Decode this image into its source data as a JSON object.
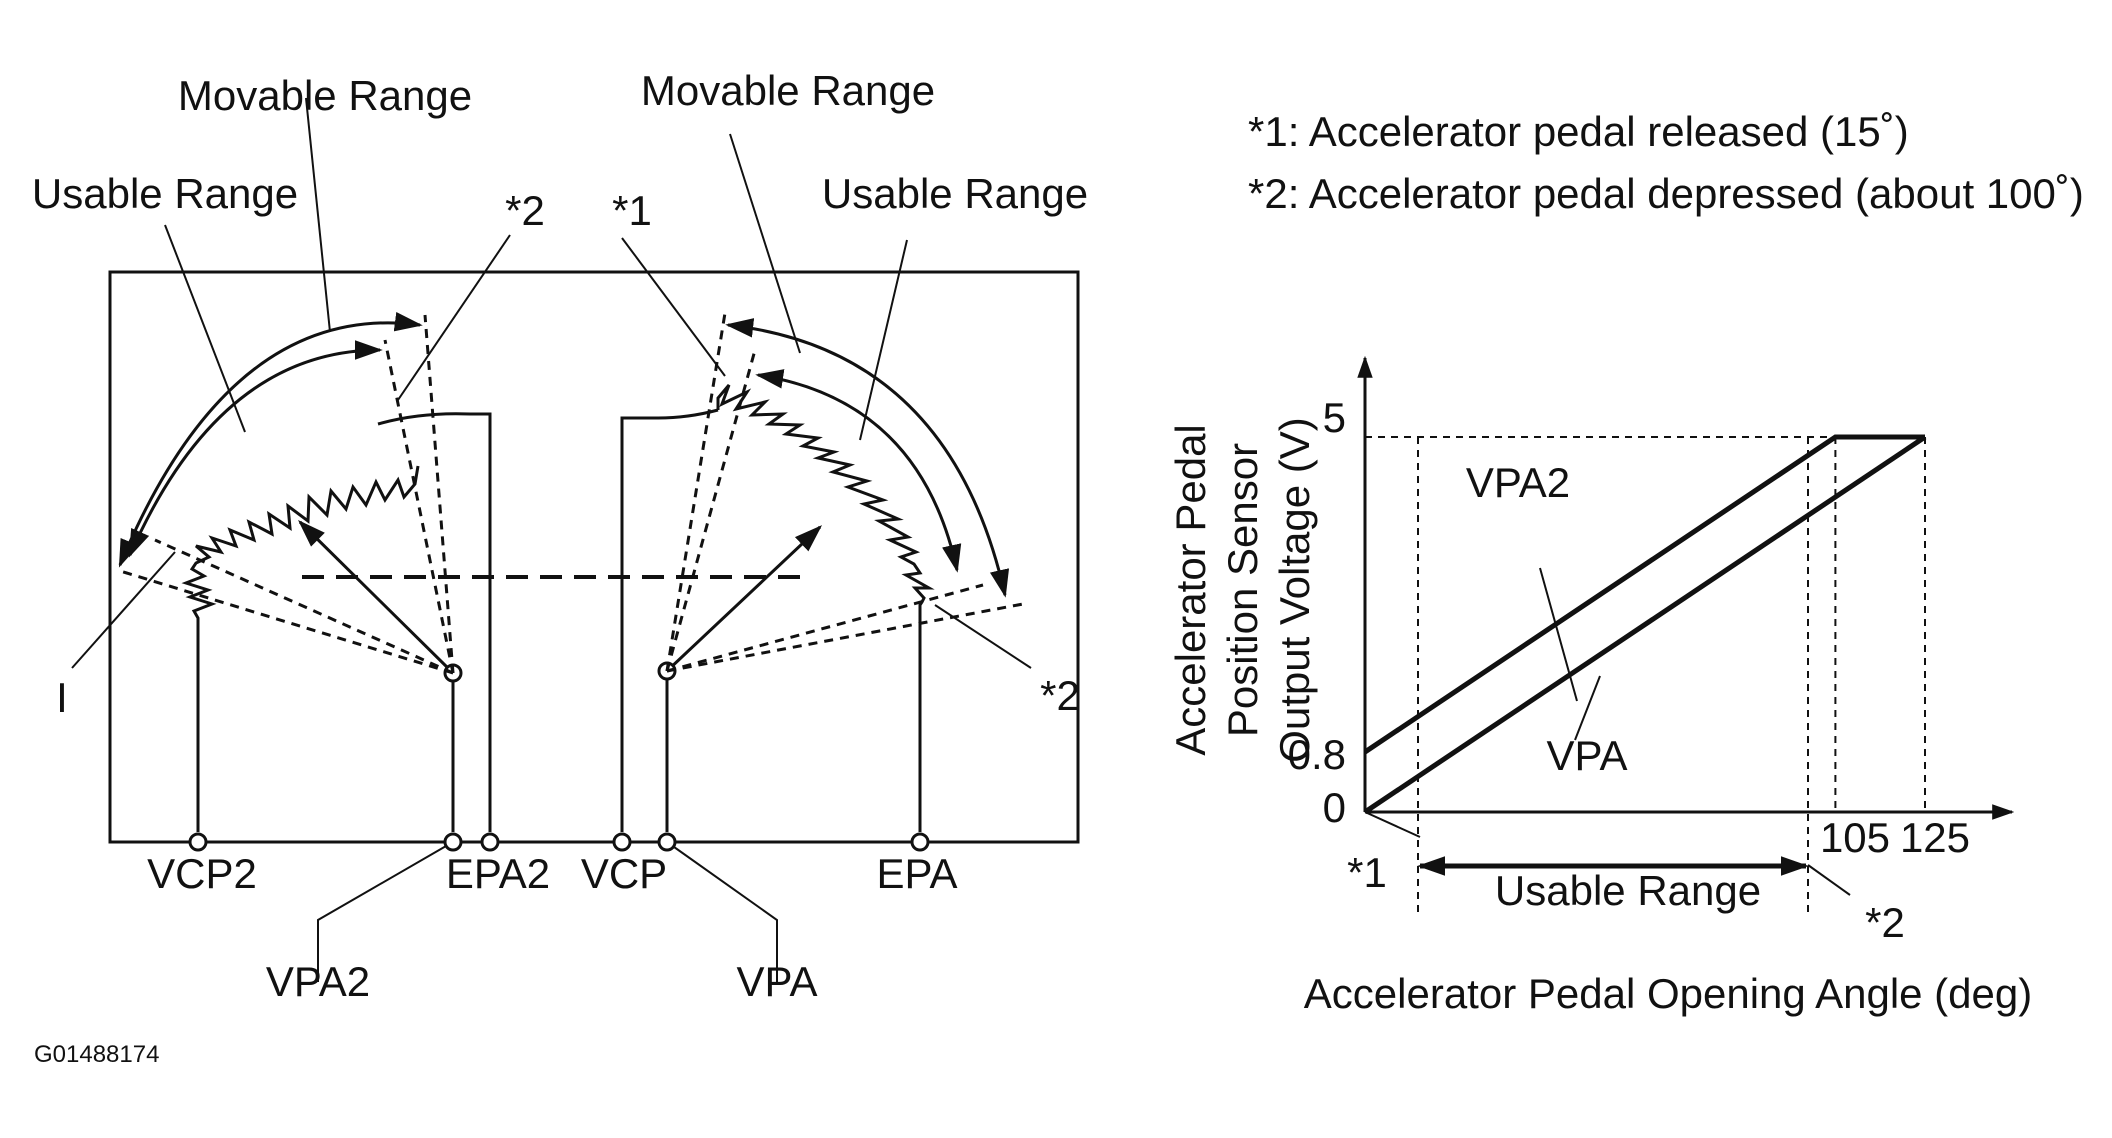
{
  "figure_id": "G01488174",
  "notes": [
    "*1: Accelerator pedal released (15˚)",
    "*2: Accelerator pedal depressed (about 100˚)"
  ],
  "sensor": {
    "left_movable_range": "Movable Range",
    "left_usable_range": "Usable Range",
    "left_star2": "*2",
    "left_i_marker": "I",
    "right_movable_range": "Movable Range",
    "right_usable_range": "Usable Range",
    "right_star1": "*1",
    "right_star2": "*2",
    "terminals": {
      "vcp2": "VCP2",
      "epa2": "EPA2",
      "vcp": "VCP",
      "epa": "EPA",
      "vpa2": "VPA2",
      "vpa": "VPA"
    }
  },
  "chart_data": {
    "type": "line",
    "title": "",
    "xlabel": "Accelerator Pedal Opening Angle (deg)",
    "ylabel": "Accelerator Pedal Position Sensor Output Voltage (V)",
    "ylabel_lines": [
      "Accelerator Pedal",
      "Position Sensor",
      "Output Voltage (V)"
    ],
    "x_ticks": [
      "105",
      "125"
    ],
    "y_ticks": [
      "0",
      "0.8",
      "5"
    ],
    "star1": "*1",
    "star2": "*2",
    "usable_range_label": "Usable Range",
    "usable_range_deg": [
      15,
      100
    ],
    "series": [
      {
        "name": "VPA2",
        "x": [
          0,
          105,
          125
        ],
        "y": [
          0.8,
          5,
          5
        ]
      },
      {
        "name": "VPA",
        "x": [
          0,
          125
        ],
        "y": [
          0,
          5
        ]
      }
    ]
  }
}
